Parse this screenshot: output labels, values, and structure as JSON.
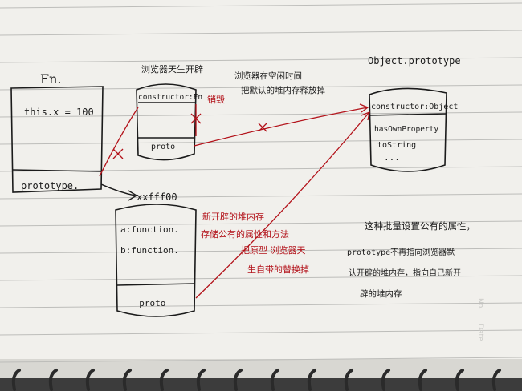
{
  "fn_box": {
    "title": "Fn.",
    "body": "this.x = 100",
    "footer": "prototype."
  },
  "fn_prototype_box": {
    "caption": "浏览器天生开辟",
    "header": "constructor:Fn",
    "footer": "__proto__"
  },
  "object_prototype_box": {
    "caption": "Object.prototype",
    "header": "constructor:Object",
    "item_1": "hasOwnProperty",
    "item_2": "toString",
    "ellipsis": "..."
  },
  "new_heap_box": {
    "label": "xxfff00",
    "item_1": "a:function.",
    "item_2": "b:function.",
    "footer": "__proto__"
  },
  "notes": {
    "destroyed": "销毁",
    "idle_line_1": "浏览器在空闲时间",
    "idle_line_2": "把默认的堆内存释放掉",
    "new_heap_line_1": "新开辟的堆内存",
    "new_heap_line_2": "存储公有的属性和方法",
    "replace_line_1": "把原型 浏览器天",
    "replace_line_2": "生自带的替换掉",
    "summary_line_1": "这种批量设置公有的属性，",
    "summary_line_2": "prototype不再指向浏览器默",
    "summary_line_3": "认开辟的堆内存，指向自己新开",
    "summary_line_4": "辟的堆内存"
  },
  "paper_print": {
    "no": "No.",
    "date": "Date"
  },
  "colors": {
    "paper": "#f1f0ec",
    "rule": "#b7b7b4",
    "ink": "#1b1b1b",
    "red_ink": "#b3121a",
    "ring": "#2a2a2a"
  }
}
